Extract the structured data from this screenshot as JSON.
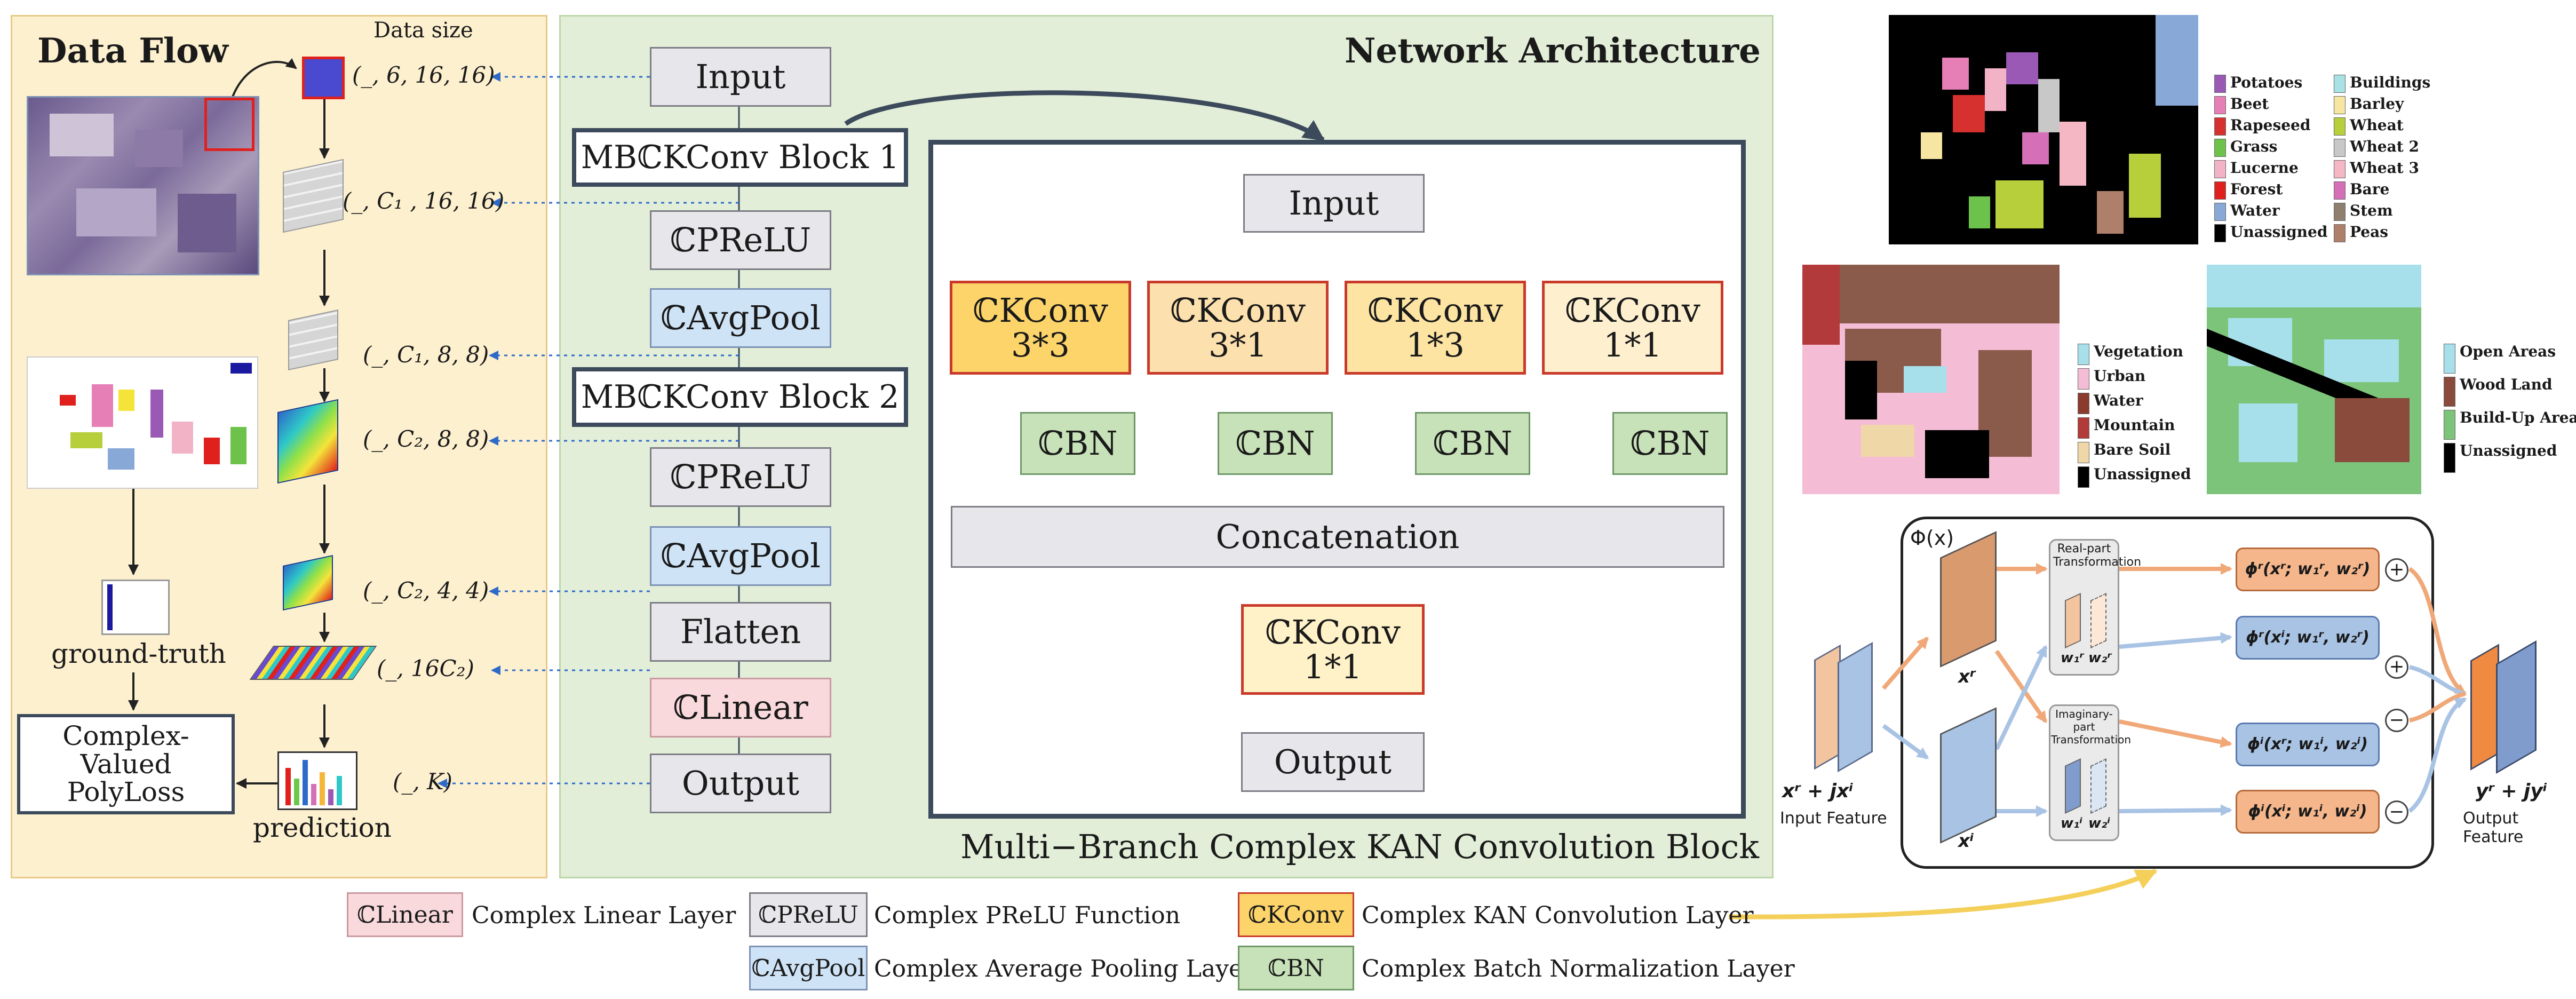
{
  "data_flow": {
    "title": "Data Flow",
    "data_size_header": "Data size",
    "sizes": [
      "(_, 6, 16, 16)",
      "(_, C₁ , 16, 16)",
      "(_, C₁, 8, 8)",
      "(_, C₂, 8, 8)",
      "(_, C₂, 4, 4)",
      "(_, 16C₂)",
      "(_, K)"
    ],
    "ground_truth": "ground-truth",
    "prediction": "prediction",
    "loss": "Complex-Valued PolyLoss"
  },
  "network": {
    "title": "Network Architecture",
    "layers": [
      "Input",
      "MBℂKConv Block 1",
      "ℂPReLU",
      "ℂAvgPool",
      "MBℂKConv Block 2",
      "ℂPReLU",
      "ℂAvgPool",
      "Flatten",
      "ℂLinear",
      "Output"
    ]
  },
  "branch_block": {
    "title": "Multi−Branch Complex KAN Convolution Block",
    "input": "Input",
    "convs": [
      {
        "name": "ℂKConv",
        "kernel": "3*3"
      },
      {
        "name": "ℂKConv",
        "kernel": "3*1"
      },
      {
        "name": "ℂKConv",
        "kernel": "1*3"
      },
      {
        "name": "ℂKConv",
        "kernel": "1*1"
      }
    ],
    "cbn": "ℂBN",
    "concat": "Concatenation",
    "final_conv": {
      "name": "ℂKConv",
      "kernel": "1*1"
    },
    "output": "Output"
  },
  "legend": [
    {
      "swatch": "ℂLinear",
      "text": "Complex Linear Layer",
      "color": "#f9d9dc"
    },
    {
      "swatch": "ℂPReLU",
      "text": "Complex PReLU Function",
      "color": "#e7e6ea"
    },
    {
      "swatch": "ℂKConv",
      "text": "Complex  KAN Convolution Layer",
      "color": "#fcd46a"
    },
    {
      "swatch": "ℂAvgPool",
      "text": "Complex Average Pooling Layer",
      "color": "#cfe3f6"
    },
    {
      "swatch": "ℂBN",
      "text": "Complex Batch Normalization Layer",
      "color": "#c7e2b8"
    }
  ],
  "maps": {
    "map1_legend": [
      {
        "label": "Potatoes",
        "color": "#9b59b6"
      },
      {
        "label": "Beet",
        "color": "#e57fb5"
      },
      {
        "label": "Rapeseed",
        "color": "#d6302f"
      },
      {
        "label": "Grass",
        "color": "#6cc24a"
      },
      {
        "label": "Lucerne",
        "color": "#f3b3c7"
      },
      {
        "label": "Forest",
        "color": "#e0201c"
      },
      {
        "label": "Water",
        "color": "#88a9d8"
      },
      {
        "label": "Unassigned",
        "color": "#000000"
      }
    ],
    "map1_legend_b": [
      {
        "label": "Buildings",
        "color": "#a8e2e4"
      },
      {
        "label": "Barley",
        "color": "#f7e6a2"
      },
      {
        "label": "Wheat",
        "color": "#b6cf3b"
      },
      {
        "label": "Wheat 2",
        "color": "#c8c8c8"
      },
      {
        "label": "Wheat 3",
        "color": "#f4b7c3"
      },
      {
        "label": "Bare",
        "color": "#d56fb7"
      },
      {
        "label": "Stem",
        "color": "#8f7f6f"
      },
      {
        "label": "Peas",
        "color": "#ae7f6a"
      }
    ],
    "map2_legend": [
      {
        "label": "Vegetation",
        "color": "#a7e0ea"
      },
      {
        "label": "Urban",
        "color": "#f4bcd5"
      },
      {
        "label": "Water",
        "color": "#8a3b2e"
      },
      {
        "label": "Mountain",
        "color": "#b33a3a"
      },
      {
        "label": "Bare Soil",
        "color": "#f0d7a8"
      },
      {
        "label": "Unassigned",
        "color": "#000000"
      }
    ],
    "map3_legend": [
      {
        "label": "Open Areas",
        "color": "#a7e0ea"
      },
      {
        "label": "Wood Land",
        "color": "#8a4b3c"
      },
      {
        "label": "Build-Up Areas",
        "color": "#7cc47a"
      },
      {
        "label": "Unassigned",
        "color": "#000000"
      }
    ]
  },
  "kan_layer": {
    "phi_label": "Φ(x)",
    "xr": "xʳ",
    "xi": "xⁱ",
    "real_title": "Real-part Transformation",
    "imag_title": "Imaginary-part Transformation",
    "w1r": "w₁ʳ",
    "w2r": "w₂ʳ",
    "w1i": "w₁ⁱ",
    "w2i": "w₂ⁱ",
    "phis": [
      "ϕʳ(xʳ; w₁ʳ, w₂ʳ)",
      "ϕʳ(xⁱ; w₁ʳ, w₂ʳ)",
      "ϕⁱ(xʳ; w₁ⁱ, w₂ⁱ)",
      "ϕⁱ(xⁱ; w₁ⁱ, w₂ⁱ)"
    ],
    "ops": [
      "+",
      "+",
      "−",
      "−"
    ],
    "input_expr": "xʳ + jxⁱ",
    "input_label": "Input Feature",
    "output_expr": "yʳ + jyⁱ",
    "output_label": "Output Feature"
  }
}
